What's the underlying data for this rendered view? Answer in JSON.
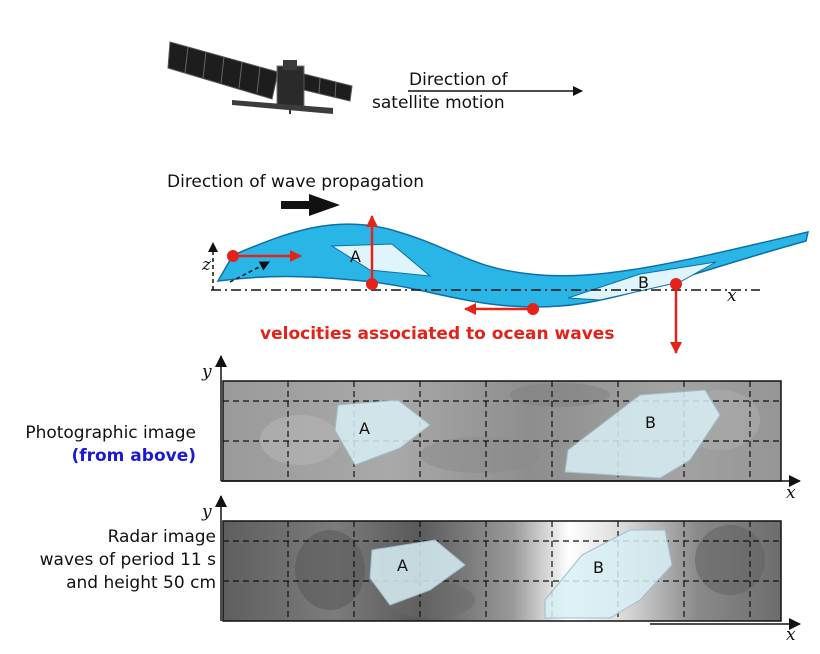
{
  "satellite": {
    "direction_line1": "Direction of",
    "direction_line2": "satellite motion"
  },
  "wave": {
    "propagation_label": "Direction of wave propagation",
    "velocities_label": "velocities associated to ocean waves",
    "zone_a": "A",
    "zone_b": "B",
    "axis_z": "z",
    "axis_x": "x"
  },
  "photo_panel": {
    "label_line1": "Photographic image",
    "label_line2": "(from above)",
    "axis_y": "y",
    "axis_x": "x",
    "zone_a": "A",
    "zone_b": "B"
  },
  "radar_panel": {
    "label_line1": "Radar image",
    "label_line2": "waves of period 11 s",
    "label_line3": "and height 50 cm",
    "axis_y": "y",
    "axis_x": "x",
    "zone_a": "A",
    "zone_b": "B"
  },
  "colors": {
    "wave_fill": "#29b6e6",
    "velocity_arrows": "#e32219",
    "from_above_text": "#1a1ad6"
  }
}
